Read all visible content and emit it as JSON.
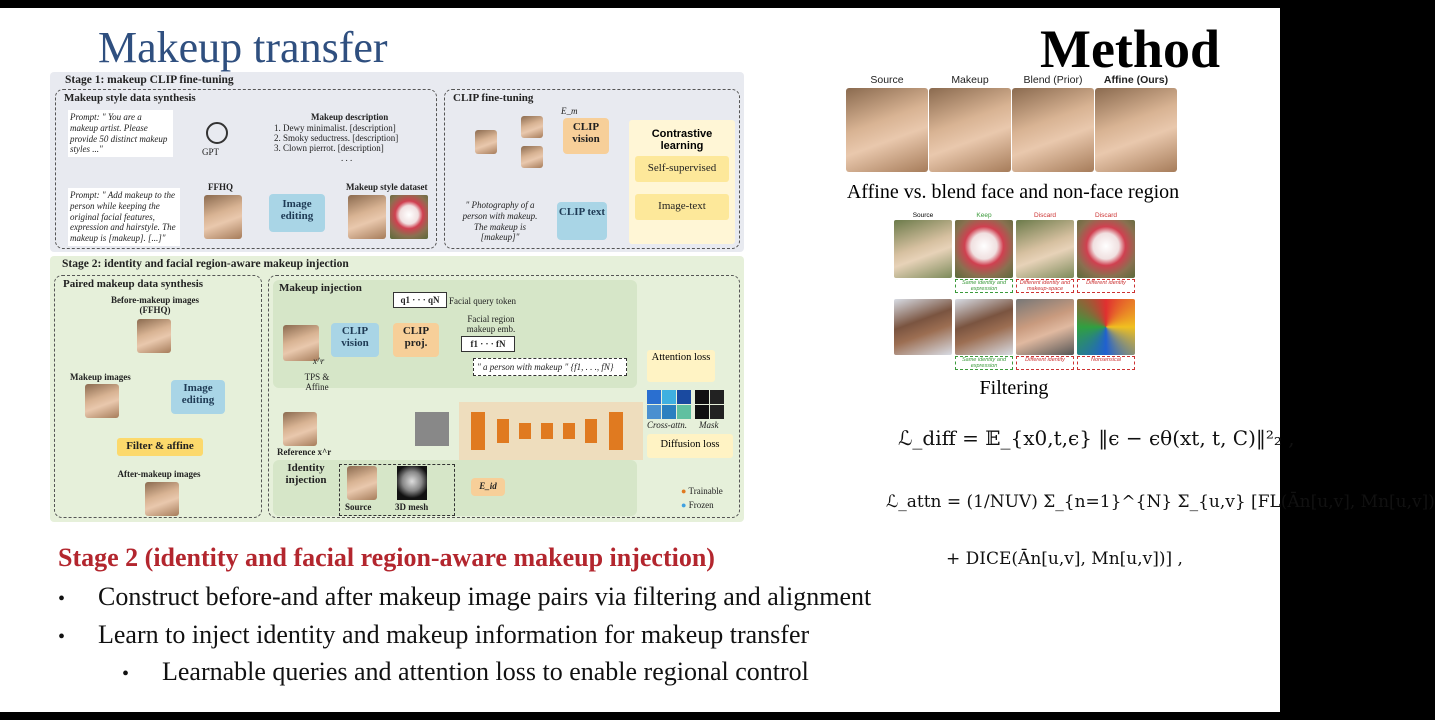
{
  "slide": {
    "title": "Makeup transfer",
    "method_label": "Method"
  },
  "diagram": {
    "stage1": {
      "title": "Stage 1: makeup CLIP fine-tuning",
      "synthesis_title": "Makeup style data synthesis",
      "prompt_gpt": "Prompt: \" You are a makeup artist. Please provide 50 distinct makeup styles ...\"",
      "gpt_label": "GPT",
      "desc_title": "Makeup description",
      "desc_items": [
        "1. Dewy minimalist. [description]",
        "2. Smoky seductress. [description]",
        "3. Clown pierrot. [description]",
        ". . ."
      ],
      "prompt_edit": "Prompt: \" Add makeup to the person while keeping the original facial features, expression and hairstyle. The makeup is [makeup]. [...]\"",
      "ffhq_label": "FFHQ",
      "image_editing": "Image editing",
      "dataset_label": "Makeup style dataset",
      "clip_ft_title": "CLIP fine-tuning",
      "clip_vision": "CLIP vision",
      "clip_text": "CLIP text",
      "e_m_label": "E_m",
      "text_prompt": "\" Photography of a person with makeup. The makeup is [makeup]\"",
      "contrastive": "Contrastive learning",
      "self_sup": "Self-supervised",
      "image_text": "Image-text"
    },
    "stage2": {
      "title": "Stage 2: identity and facial region-aware makeup injection",
      "paired_title": "Paired makeup data synthesis",
      "before_label": "Before-makeup images (FFHQ)",
      "makeup_images": "Makeup images",
      "image_editing": "Image editing",
      "filter_affine": "Filter & affine",
      "after_label": "After-makeup images",
      "injection_title": "Makeup injection",
      "clip_vision": "CLIP vision",
      "clip_proj": "CLIP proj.",
      "query_token": "Facial query token",
      "q_tokens": "q1 · · · qN",
      "region_emb": "Facial region makeup emb.",
      "f_tokens": "f1 · · · fN",
      "xr_label": "x^r",
      "tps_affine": "TPS & Affine",
      "reference_label": "Reference x^r",
      "prompt": "\" a person with makeup \"",
      "prompt_f": "{f1, . . ., fN}",
      "attention_loss": "Attention loss",
      "cross_attn": "Cross-attn. map",
      "mask": "Mask",
      "diffusion_loss": "Diffusion loss",
      "identity_injection": "Identity injection",
      "source_label": "Source",
      "mesh_label": "3D mesh",
      "eid_label": "E_id",
      "trainable": "Trainable",
      "frozen": "Frozen"
    }
  },
  "comparison": {
    "headers": [
      "Source",
      "Makeup",
      "Blend (Prior)",
      "Affine (Ours)"
    ],
    "caption": "Affine vs. blend face and non-face region"
  },
  "filtering": {
    "top_tags": [
      "Source",
      "Keep",
      "Discard",
      "Discard"
    ],
    "row1_notes": [
      "Same identity and expression",
      "Different identity and makeup-space",
      "Different identity"
    ],
    "row2_notes": [
      "Same identity and expression",
      "Different identity",
      "Nonsensical"
    ],
    "caption": "Filtering"
  },
  "equations": {
    "diff": "ℒ_diff = 𝔼_{x0,t,ϵ} ‖ϵ − ϵθ(xt, t, C)‖²₂ ,",
    "attn_line1": "ℒ_attn = (1/NUV) Σ_{n=1}^{N} Σ_{u,v} [FL(Ān[u,v], Mn[u,v])",
    "attn_line2": "+ DICE(Ān[u,v], Mn[u,v])] ,"
  },
  "text": {
    "stage2_heading": "Stage 2 (identity and facial region-aware makeup injection)",
    "bullets": [
      "Construct before-and after makeup image pairs via filtering and alignment",
      "Learn to inject identity and makeup information for makeup transfer"
    ],
    "sub_bullets": [
      "Learnable queries and attention loss to enable regional control"
    ]
  },
  "colors": {
    "title_blue": "#2f4f7f",
    "stage2_red": "#b3262e",
    "stage1_bg": "#e8eaf0",
    "stage2_bg": "#e6f0da"
  }
}
